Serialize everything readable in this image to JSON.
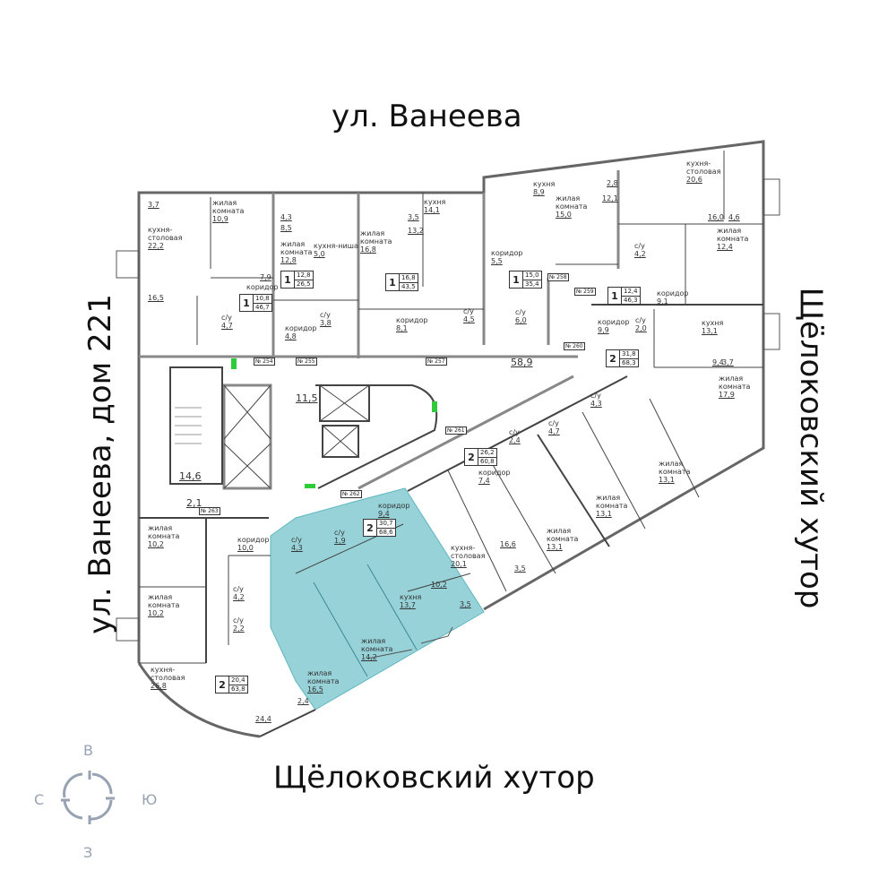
{
  "streets": {
    "top": "ул. Ванеева",
    "left": "ул. Ванеева, дом 221",
    "right": "Щёлоковский хутор",
    "bottom": "Щёлоковский хутор"
  },
  "compass": {
    "n": "В",
    "s": "З",
    "w": "С",
    "e": "Ю"
  },
  "highlight_color": "#96d2d8",
  "apartments": [
    {
      "rooms": "1",
      "living": "10,8",
      "total": "46,7"
    },
    {
      "rooms": "1",
      "living": "12,8",
      "total": "26,5"
    },
    {
      "rooms": "1",
      "living": "16,8",
      "total": "43,5"
    },
    {
      "rooms": "1",
      "living": "15,0",
      "total": "35,4"
    },
    {
      "rooms": "1",
      "living": "12,4",
      "total": "46,3"
    },
    {
      "rooms": "2",
      "living": "31,8",
      "total": "68,3"
    },
    {
      "rooms": "2",
      "living": "26,2",
      "total": "60,8"
    },
    {
      "rooms": "2",
      "living": "30,7",
      "total": "68,6"
    },
    {
      "rooms": "2",
      "living": "20,4",
      "total": "63,8"
    }
  ],
  "labels": [
    {
      "n": "",
      "a": "3,7"
    },
    {
      "n": "жилая\nкомната",
      "a": "10,9"
    },
    {
      "n": "кухня-\nстоловая",
      "a": "22,2"
    },
    {
      "n": "",
      "a": "16,5"
    },
    {
      "n": "",
      "a": "7,9"
    },
    {
      "n": "коридор",
      "a": ""
    },
    {
      "n": "с/у",
      "a": "4,7"
    },
    {
      "n": "",
      "a": "4,3"
    },
    {
      "n": "",
      "a": "8,5"
    },
    {
      "n": "жилая\nкомната",
      "a": "12,8"
    },
    {
      "n": "кухня-ниша",
      "a": "5,0"
    },
    {
      "n": "с/у",
      "a": "3,8"
    },
    {
      "n": "коридор",
      "a": "4,8"
    },
    {
      "n": "",
      "a": "3,5"
    },
    {
      "n": "",
      "a": "13,2"
    },
    {
      "n": "жилая\nкомната",
      "a": "16,8"
    },
    {
      "n": "кухня",
      "a": "14,1"
    },
    {
      "n": "коридор",
      "a": "8,1"
    },
    {
      "n": "с/у",
      "a": "4,5"
    },
    {
      "n": "кухня",
      "a": "8,9"
    },
    {
      "n": "",
      "a": "2,8"
    },
    {
      "n": "",
      "a": "12,1"
    },
    {
      "n": "жилая\nкомната",
      "a": "15,0"
    },
    {
      "n": "коридор",
      "a": "5,5"
    },
    {
      "n": "с/у",
      "a": "6,0"
    },
    {
      "n": "кухня-\nстоловая",
      "a": "20,6"
    },
    {
      "n": "",
      "a": "16,0"
    },
    {
      "n": "",
      "a": "4,6"
    },
    {
      "n": "жилая\nкомната",
      "a": "12,4"
    },
    {
      "n": "с/у",
      "a": "4,2"
    },
    {
      "n": "коридор",
      "a": "9,1"
    },
    {
      "n": "коридор",
      "a": "9,9"
    },
    {
      "n": "с/у",
      "a": "2,0"
    },
    {
      "n": "кухня",
      "a": "13,1"
    },
    {
      "n": "",
      "a": "9,4"
    },
    {
      "n": "",
      "a": "3,7"
    },
    {
      "n": "жилая\nкомната",
      "a": "17,9"
    },
    {
      "n": "с/у",
      "a": "2,4"
    },
    {
      "n": "с/у",
      "a": "4,7"
    },
    {
      "n": "с/у",
      "a": "4,3"
    },
    {
      "n": "коридор",
      "a": "7,4"
    },
    {
      "n": "жилая\nкомната",
      "a": "13,1"
    },
    {
      "n": "жилая\nкомната",
      "a": "13,1"
    },
    {
      "n": "жилая\nкомната",
      "a": "13,1"
    },
    {
      "n": "кухня-\nстоловая",
      "a": "20,1"
    },
    {
      "n": "",
      "a": "16,6"
    },
    {
      "n": "",
      "a": "3,5"
    },
    {
      "n": "коридор",
      "a": "9,4"
    },
    {
      "n": "с/у",
      "a": "1,9"
    },
    {
      "n": "с/у",
      "a": "4,3"
    },
    {
      "n": "",
      "a": "10,2"
    },
    {
      "n": "кухня",
      "a": "13,7"
    },
    {
      "n": "",
      "a": "3,5"
    },
    {
      "n": "жилая\nкомната",
      "a": "14,2"
    },
    {
      "n": "жилая\nкомната",
      "a": "16,5"
    },
    {
      "n": "жилая\nкомната",
      "a": "10,2"
    },
    {
      "n": "жилая\nкомната",
      "a": "10,2"
    },
    {
      "n": "коридор",
      "a": "10,0"
    },
    {
      "n": "с/у",
      "a": "4,2"
    },
    {
      "n": "с/у",
      "a": "2,2"
    },
    {
      "n": "кухня-\nстоловая",
      "a": "26,8"
    },
    {
      "n": "",
      "a": "2,4"
    },
    {
      "n": "",
      "a": "24,4"
    },
    {
      "n": "",
      "a": "58,9"
    },
    {
      "n": "",
      "a": "11,5"
    },
    {
      "n": "",
      "a": "14,6"
    },
    {
      "n": "",
      "a": "2,1"
    }
  ],
  "doors": [
    "№ 254",
    "№ 255",
    "№ 257",
    "№ 258",
    "№ 259",
    "№ 260",
    "№ 261",
    "№ 262",
    "№ 263"
  ]
}
